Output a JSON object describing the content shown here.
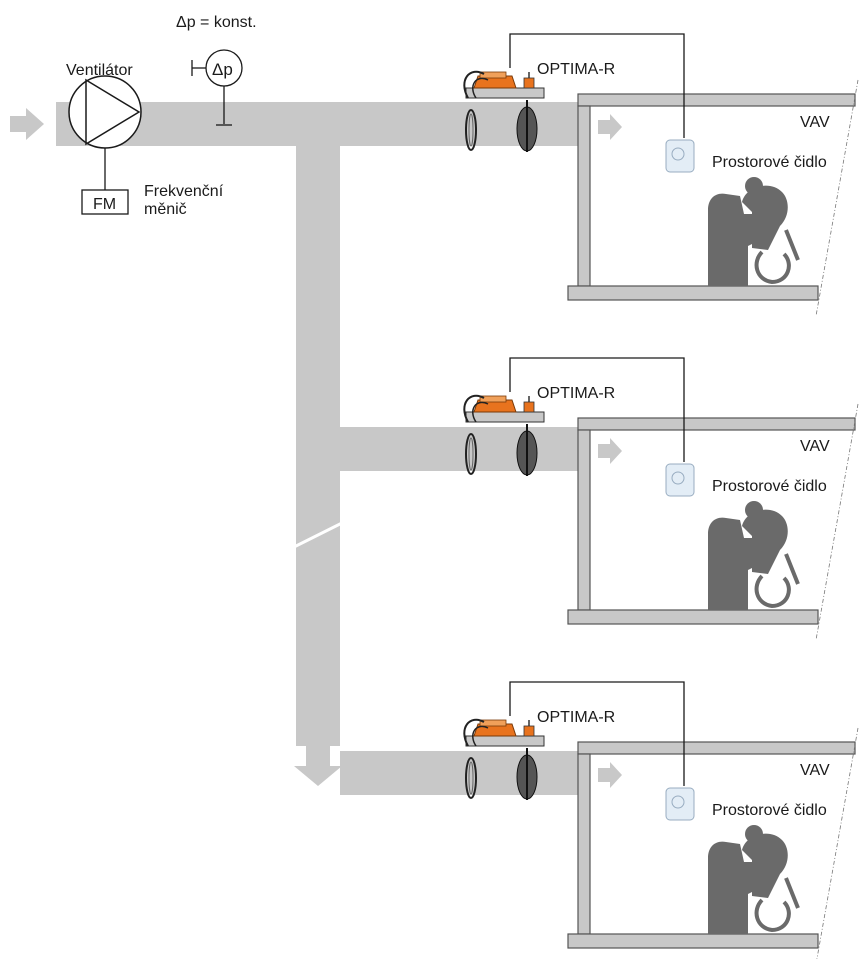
{
  "labels": {
    "dp_const": "Δp = konst.",
    "dp": "Δp",
    "fan": "Ventilátor",
    "fm": "FM",
    "freq_line1": "Frekvenční",
    "freq_line2": "měnič"
  },
  "branches": [
    {
      "controller": "OPTIMA-R",
      "zone": "VAV",
      "sensor": "Prostorové čidlo"
    },
    {
      "controller": "OPTIMA-R",
      "zone": "VAV",
      "sensor": "Prostorové čidlo"
    },
    {
      "controller": "OPTIMA-R",
      "zone": "VAV",
      "sensor": "Prostorové čidlo"
    }
  ],
  "colors": {
    "duct": "#c8c8c8",
    "actuator": "#e8731e",
    "sensor": "#e3edf6"
  }
}
